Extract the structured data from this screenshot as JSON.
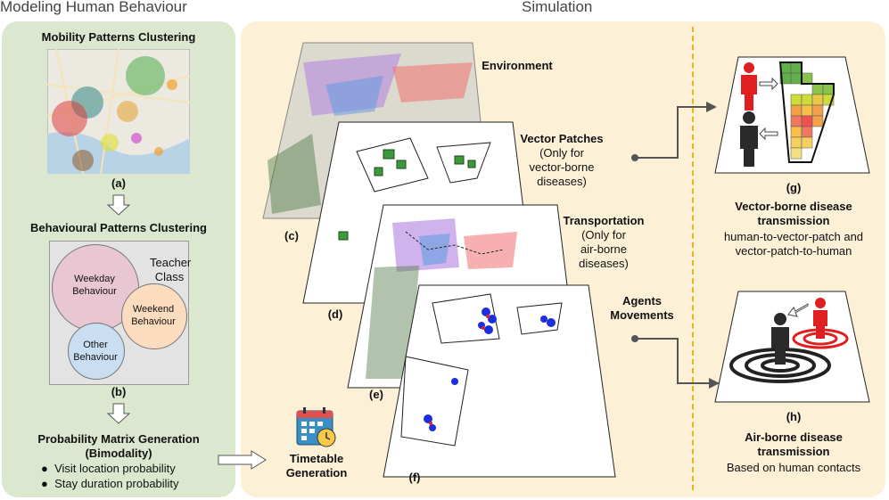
{
  "headers": {
    "left": "Modeling Human Behaviour",
    "right": "Simulation"
  },
  "left": {
    "mobility_title": "Mobility Patterns Clustering",
    "label_a": "(a)",
    "behavioural_title": "Behavioural Patterns Clustering",
    "teacher_class": [
      "Teacher",
      "Class"
    ],
    "weekday": [
      "Weekday",
      "Behaviour"
    ],
    "weekend": [
      "Weekend",
      "Behaviour"
    ],
    "other": [
      "Other",
      "Behaviour"
    ],
    "label_b": "(b)",
    "prob_title_1": "Probability Matrix Generation",
    "prob_title_2": "(Bimodality)",
    "bullets": [
      "Visit location probability",
      "Stay duration probability"
    ]
  },
  "timetable": {
    "label_1": "Timetable",
    "label_2": "Generation"
  },
  "layers": {
    "environment": "Environment",
    "vector": [
      "Vector Patches",
      "(Only for",
      "vector-borne",
      "diseases)"
    ],
    "transport": [
      "Transportation",
      "(Only for",
      "air-borne",
      "diseases)"
    ],
    "agents": [
      "Agents",
      "Movements"
    ],
    "labels": {
      "c": "(c)",
      "d": "(d)",
      "e": "(e)",
      "f": "(f)"
    }
  },
  "right": {
    "label_g": "(g)",
    "vector_title": [
      "Vector-borne disease",
      "transmission"
    ],
    "vector_desc": [
      "human-to-vector-patch and",
      "vector-patch-to-human"
    ],
    "label_h": "(h)",
    "air_title": [
      "Air-borne disease",
      "transmission"
    ],
    "air_desc": "Based on human contacts"
  },
  "colors": {
    "left_panel": "#dbe8cf",
    "right_panel": "#fcf0d7",
    "divider": "#f0b21c",
    "weekday": "#e8c7d3",
    "weekend": "#fbdcbf",
    "other": "#c9dff1",
    "human_red": "#e02020",
    "human_dark": "#2a2a2a"
  }
}
